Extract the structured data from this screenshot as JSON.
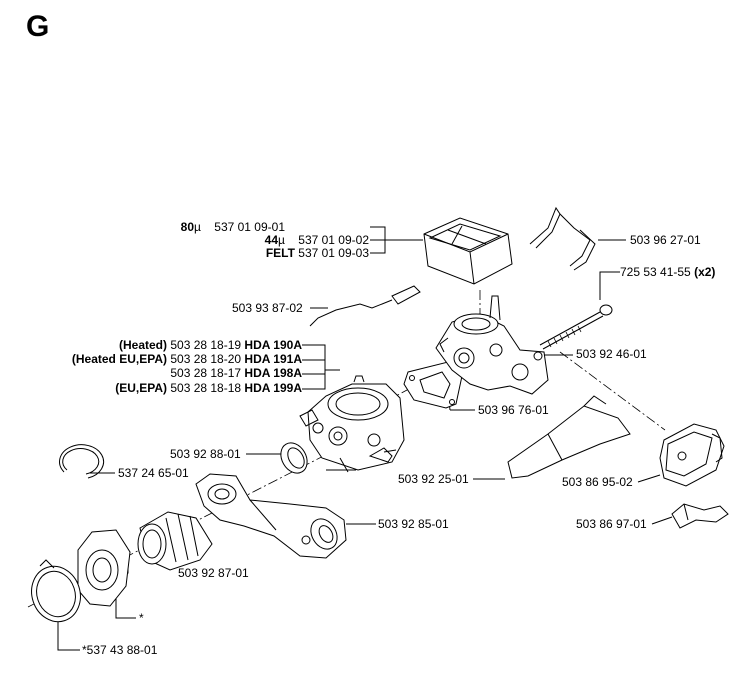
{
  "section": "G",
  "callouts": {
    "filter_80": {
      "prefix": "80",
      "unit": "µ",
      "number": "537 01 09-01"
    },
    "filter_44": {
      "prefix": "44",
      "unit": "µ",
      "number": "537 01 09-02"
    },
    "filter_felt": {
      "prefix": "FELT",
      "number": "537 01 09-03"
    },
    "clip_top": {
      "number": "503 96 27-01"
    },
    "bolt": {
      "number": "725 53 41-55",
      "qty": "(x2)"
    },
    "wire_rod": {
      "number": "503 93 87-02"
    },
    "carb_heated": {
      "variant": "(Heated)",
      "number": "503 28 18-19",
      "model": "HDA 190A"
    },
    "carb_heated_eu": {
      "variant": "(Heated EU,EPA)",
      "number": "503 28 18-20",
      "model": "HDA 191A"
    },
    "carb_plain": {
      "variant": "",
      "number": "503 28 18-17",
      "model": "HDA 198A"
    },
    "carb_eu": {
      "variant": "(EU,EPA)",
      "number": "503 28 18-18",
      "model": "HDA 199A"
    },
    "spacer": {
      "number": "503 92 46-01"
    },
    "gasket": {
      "number": "503 96 76-01"
    },
    "seal_ring": {
      "number": "503 92 88-01"
    },
    "circlip": {
      "number": "537 24 65-01"
    },
    "choke_rod": {
      "number": "503 92 25-01"
    },
    "cover_plate": {
      "number": "503 86 95-02"
    },
    "intake_manifold": {
      "number": "503 92 85-01"
    },
    "spring_clip": {
      "number": "503 86 97-01"
    },
    "boot": {
      "number": "503 92 87-01"
    },
    "asterisk": {
      "number": "*"
    },
    "hose_clamp": {
      "number": "*537 43 88-01"
    }
  }
}
